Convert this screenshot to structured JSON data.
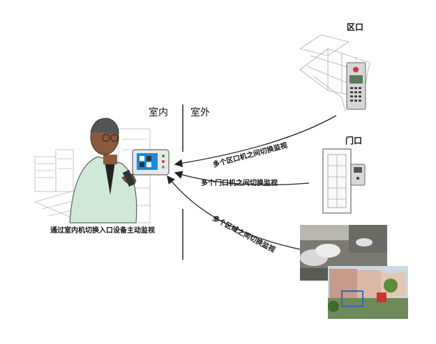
{
  "labels": {
    "indoor": "室内",
    "outdoor": "室外",
    "district_gate": "区口",
    "door_gate": "门口",
    "caption": "通过室内机切换入口设备主动监视"
  },
  "edges": {
    "district": "多个区口机之间切换监视",
    "door": "多个门口机之间切换监视",
    "area": "多个区域之间切换监视"
  },
  "colors": {
    "line": "#222222",
    "monitor_screen": "#1a8cd8",
    "shirt": "#cfe8d8"
  },
  "icons": {
    "person": "man-with-monitor-illustration",
    "indoor_unit": "indoor-monitor-icon",
    "district_panel": "district-entry-panel-icon",
    "door_panel": "door-entry-panel-icon",
    "parking": "parking-lot-photo",
    "community": "residential-area-photo"
  }
}
